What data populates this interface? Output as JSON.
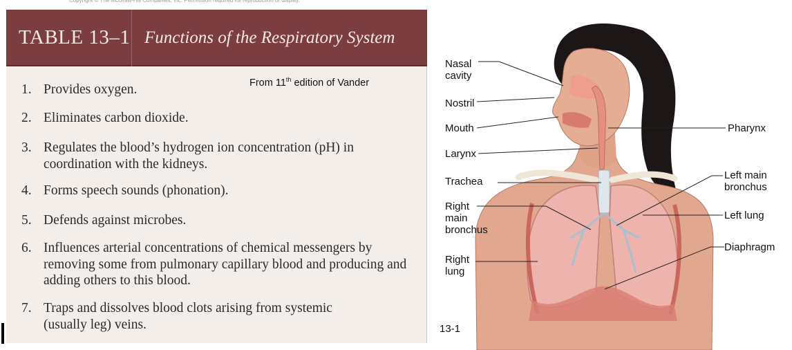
{
  "copyright": "Copyright © The McGraw-Hill Companies, Inc. Permission required for reproduction or display.",
  "table": {
    "number": "TABLE 13–1",
    "title": "Functions of the Respiratory System",
    "source_note_prefix": "From 11",
    "source_note_sup": "th",
    "source_note_suffix": " edition of Vander",
    "items": [
      {
        "num": "1.",
        "text": "Provides oxygen."
      },
      {
        "num": "2.",
        "text": "Eliminates carbon dioxide."
      },
      {
        "num": "3.",
        "text": "Regulates the blood’s hydrogen ion concentration (pH) in coordination with the kidneys."
      },
      {
        "num": "4.",
        "text": "Forms speech sounds (phonation)."
      },
      {
        "num": "5.",
        "text": "Defends against microbes."
      },
      {
        "num": "6.",
        "text": "Influences arterial concentrations of chemical messengers by removing some from pulmonary capillary blood and producing and adding others to this blood."
      },
      {
        "num": "7.",
        "text": "Traps and dissolves blood clots arising from systemic (usually leg) veins."
      }
    ]
  },
  "figure": {
    "number": "13-1",
    "labels": {
      "nasal_cavity": "Nasal\ncavity",
      "nostril": "Nostril",
      "mouth": "Mouth",
      "larynx": "Larynx",
      "trachea": "Trachea",
      "right_main_bronchus": "Right\nmain\nbronchus",
      "right_lung": "Right\nlung",
      "pharynx": "Pharynx",
      "left_main_bronchus": "Left main\nbronchus",
      "left_lung": "Left lung",
      "diaphragm": "Diaphragm"
    }
  },
  "colors": {
    "header_bg": "#7b3d3f",
    "panel_bg": "#f3eeea",
    "skin": "#e2a88f",
    "lung": "#eeb3ac",
    "hair": "#1a1414"
  }
}
